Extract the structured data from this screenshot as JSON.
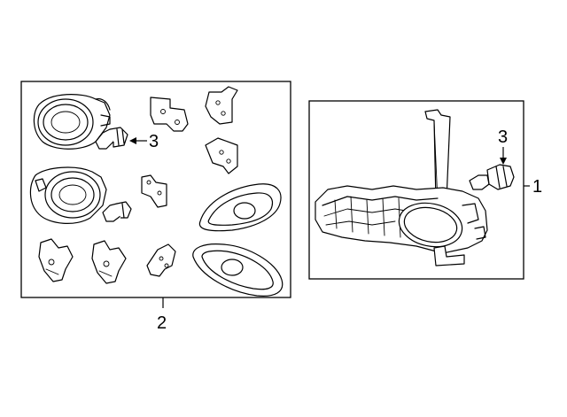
{
  "callouts": {
    "assembly_kit": "2",
    "fog_lamp_assembly": "1",
    "bulb_kit": "3",
    "bulb_single": "3"
  }
}
